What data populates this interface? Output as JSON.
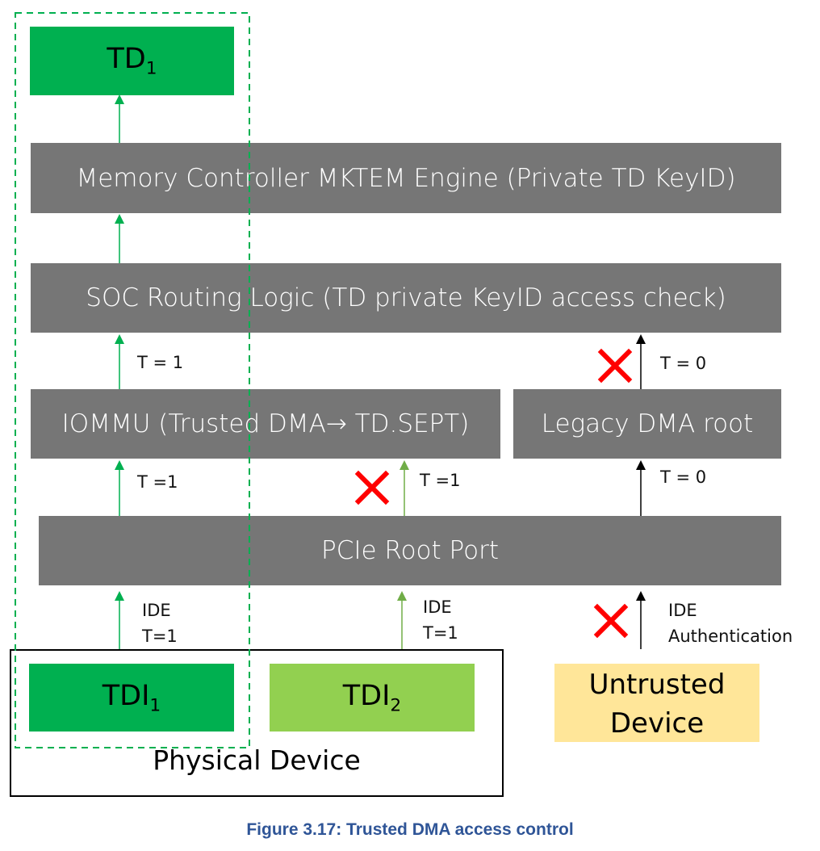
{
  "colors": {
    "block_gray": "#767676",
    "td_green": "#00b050",
    "tdi1_green": "#00b050",
    "tdi2_green": "#92d050",
    "untrusted_yellow": "#ffe699",
    "trusted_arrow": "#00b050",
    "tdi2_arrow": "#70ad47",
    "reject_x": "#ff0000",
    "caption_blue": "#2f5597"
  },
  "blocks": {
    "td1": {
      "base": "TD",
      "sub": "1"
    },
    "memory_controller": "Memory Controller MKTEM Engine (Private TD KeyID)",
    "soc_routing": "SOC Routing Logic (TD private KeyID access check)",
    "iommu": "IOMMU (Trusted DMA→ TD.SEPT)",
    "legacy_dma": "Legacy DMA root",
    "pcie_root_port": "PCIe Root Port",
    "tdi1": {
      "base": "TDI",
      "sub": "1"
    },
    "tdi2": {
      "base": "TDI",
      "sub": "2"
    },
    "untrusted_line1": "Untrusted",
    "untrusted_line2": "Device",
    "physical_device": "Physical Device"
  },
  "labels": {
    "tdi1_ide": "IDE",
    "tdi1_t": "T=1",
    "tdi2_ide": "IDE",
    "tdi2_t": "T=1",
    "untrusted_ide": "IDE",
    "untrusted_auth": "Authentication",
    "root_to_iommu_trusted": "T =1",
    "root_to_iommu_tdi2": "T =1",
    "root_to_legacy": "T = 0",
    "iommu_to_soc": "T = 1",
    "legacy_to_soc": "T = 0"
  },
  "caption": "Figure 3.17:  Trusted DMA access control"
}
